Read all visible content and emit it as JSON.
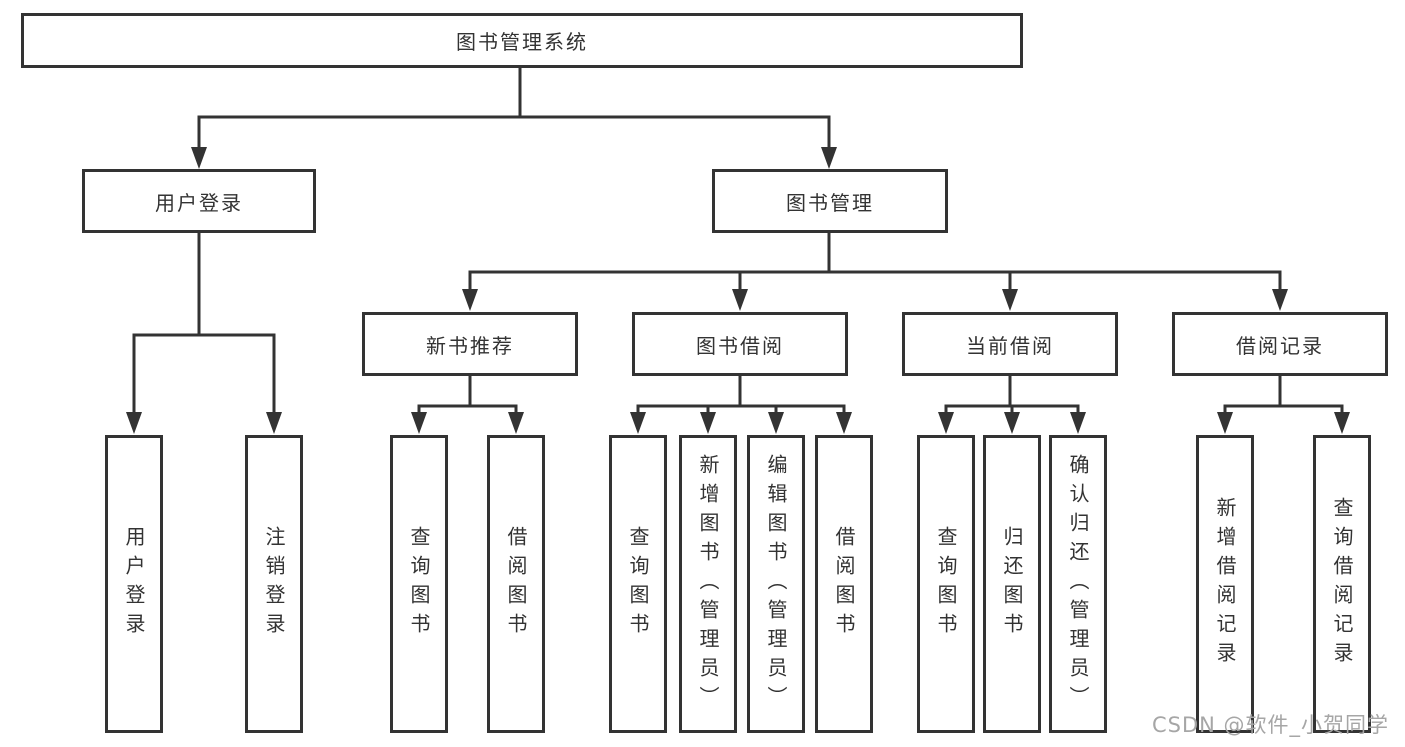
{
  "tree": {
    "label": "图书管理系统",
    "children": [
      {
        "label": "用户登录",
        "children": [
          {
            "label": "用户登录"
          },
          {
            "label": "注销登录"
          }
        ]
      },
      {
        "label": "图书管理",
        "children": [
          {
            "label": "新书推荐",
            "children": [
              {
                "label": "查询图书"
              },
              {
                "label": "借阅图书"
              }
            ]
          },
          {
            "label": "图书借阅",
            "children": [
              {
                "label": "查询图书"
              },
              {
                "label": "新增图书（管理员）"
              },
              {
                "label": "编辑图书（管理员）"
              },
              {
                "label": "借阅图书"
              }
            ]
          },
          {
            "label": "当前借阅",
            "children": [
              {
                "label": "查询图书"
              },
              {
                "label": "归还图书"
              },
              {
                "label": "确认归还（管理员）"
              }
            ]
          },
          {
            "label": "借阅记录",
            "children": [
              {
                "label": "新增借阅记录"
              },
              {
                "label": "查询借阅记录"
              }
            ]
          }
        ]
      }
    ]
  },
  "watermark": "CSDN @软件_小贺同学",
  "colors": {
    "line": "#333333",
    "box_border": "#333333",
    "text": "#333333",
    "watermark": "#a6a6a6",
    "background": "#ffffff"
  }
}
